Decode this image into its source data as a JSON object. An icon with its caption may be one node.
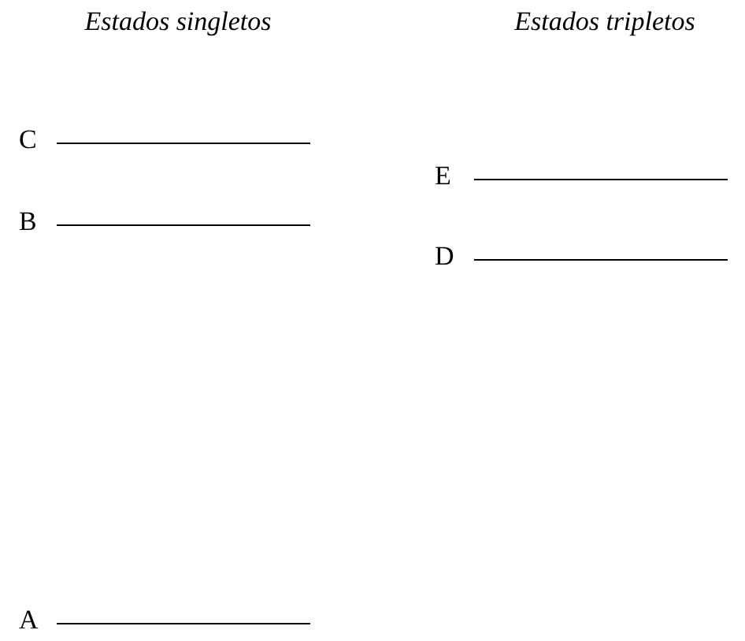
{
  "diagram": {
    "labels": [
      "Estados singletos",
      "Estados tripletos",
      "C",
      "E",
      "B",
      "D",
      "A"
    ]
  }
}
